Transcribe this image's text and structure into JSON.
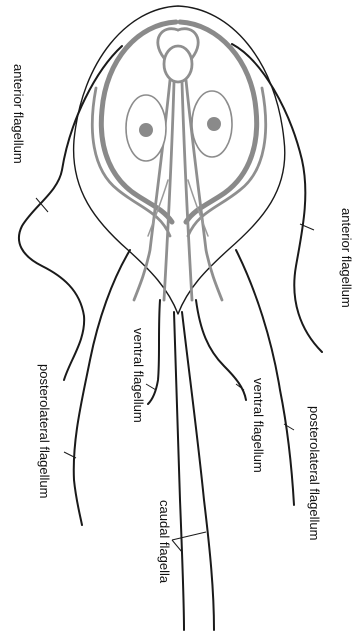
{
  "labels": {
    "anterior_left": "anterior flagellum",
    "anterior_right": "anterior flagellum",
    "ventral_left": "ventral flagellum",
    "ventral_right": "ventral flagellum",
    "posterolateral_left": "posterolateral flagellum",
    "posterolateral_right": "posterolateral flagellum",
    "caudal": "caudal flagella"
  },
  "colors": {
    "ink": "#1a1a1a",
    "internal_structures": "#8a8a8a",
    "background": "#ffffff"
  }
}
